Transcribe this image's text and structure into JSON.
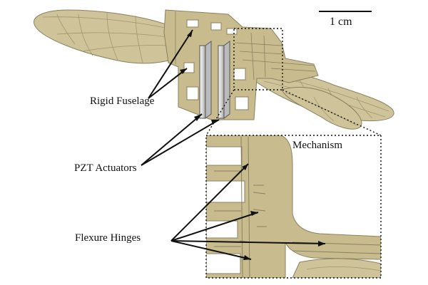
{
  "labels": {
    "scale": "1 cm",
    "fuselage": "Rigid Fuselage",
    "actuators": "PZT Actuators",
    "hinges": "Flexure Hinges",
    "mechanism": "Mechanism"
  },
  "colors": {
    "material": "#c8bc8e",
    "material_edge": "#8a8060",
    "wing": "#cfc39a",
    "vein": "#a2966c",
    "actuator": "#d8d8d8",
    "actuator_edge": "#555555",
    "line": "#111111"
  }
}
